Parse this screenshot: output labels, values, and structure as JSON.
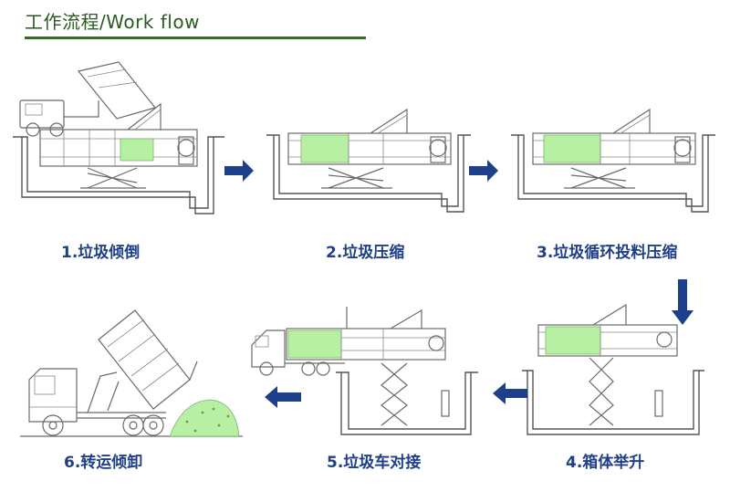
{
  "header": {
    "title": "工作流程/Work flow"
  },
  "steps": [
    {
      "label": "1.垃圾倾倒"
    },
    {
      "label": "2.垃圾压缩"
    },
    {
      "label": "3.垃圾循环投料压缩"
    },
    {
      "label": "4.箱体举升"
    },
    {
      "label": "5.垃圾车对接"
    },
    {
      "label": "6.转运倾卸"
    }
  ],
  "colors": {
    "title_green": "#2a5a22",
    "label_blue": "#1f3f86",
    "arrow_blue": "#1e3f8a",
    "box_green": "#b7f0a2"
  }
}
